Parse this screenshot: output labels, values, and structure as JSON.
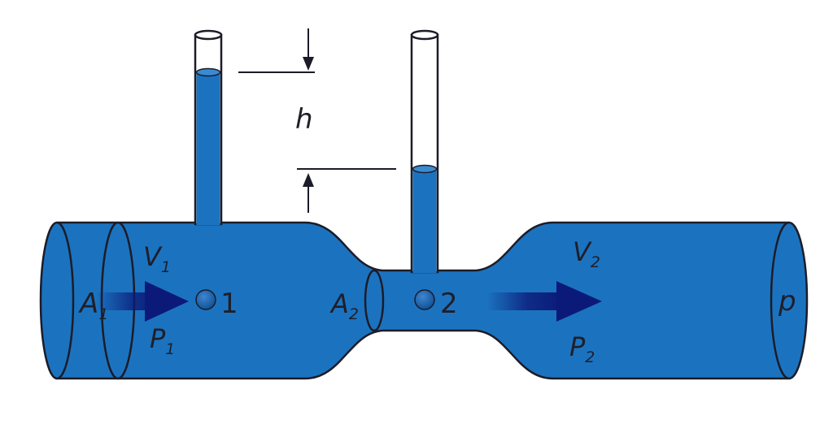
{
  "labels": {
    "height": "h",
    "area_inlet": {
      "main": "A",
      "sub": "1"
    },
    "area_throat": {
      "main": "A",
      "sub": "2"
    },
    "velocity_inlet": {
      "main": "V",
      "sub": "1"
    },
    "velocity_throat": {
      "main": "V",
      "sub": "2"
    },
    "pressure_inlet": {
      "main": "P",
      "sub": "1"
    },
    "pressure_throat": {
      "main": "P",
      "sub": "2"
    },
    "density": "p",
    "point_1": "1",
    "point_2": "2"
  },
  "colors": {
    "fluid": "#1b73c0",
    "outline": "#1c1c28",
    "arrow": "#0b1a78",
    "background": "#ffffff"
  }
}
